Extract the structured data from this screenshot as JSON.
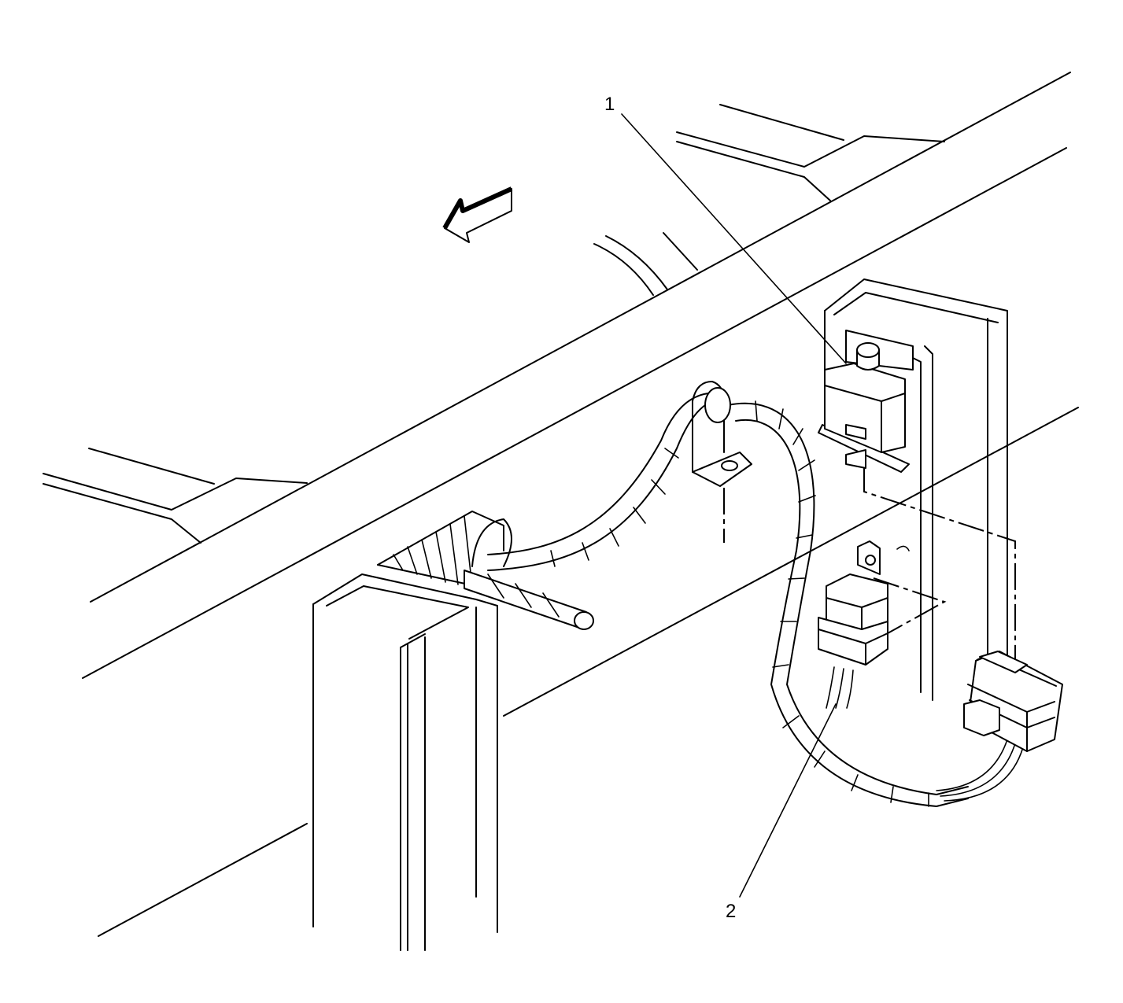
{
  "callouts": [
    {
      "id": 1,
      "label": "1"
    },
    {
      "id": 2,
      "label": "2"
    }
  ],
  "colors": {
    "line": "#000000",
    "background": "#ffffff"
  },
  "icons": [
    "direction-arrow-icon",
    "bolt-icon",
    "harness-clip-icon"
  ]
}
